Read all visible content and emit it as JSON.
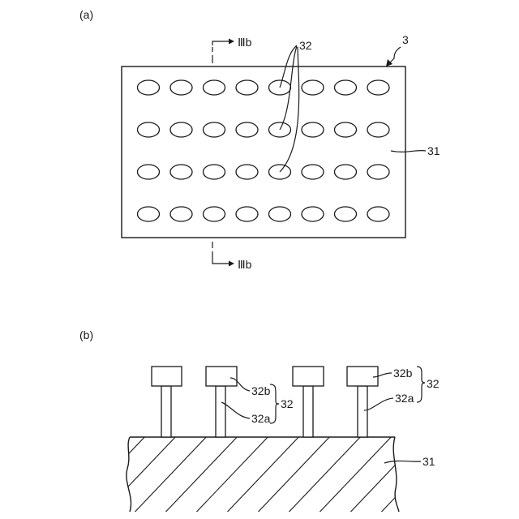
{
  "figure_a": {
    "panel_label": "(a)",
    "part_label": "3",
    "dimple_label": "32",
    "sheet_label": "31",
    "section_top": "ⅢＢ",
    "section_bottom": "ⅢＢ",
    "section_top_text": "Ⅲb",
    "section_bottom_text": "Ⅲb",
    "rows": 4,
    "cols": 8
  },
  "figure_b": {
    "panel_label": "(b)",
    "label_32b_left": "32b",
    "label_32a_left": "32a",
    "label_32_left": "32",
    "label_32b_right": "32b",
    "label_32a_right": "32a",
    "label_32_right": "32",
    "label_31": "31"
  }
}
